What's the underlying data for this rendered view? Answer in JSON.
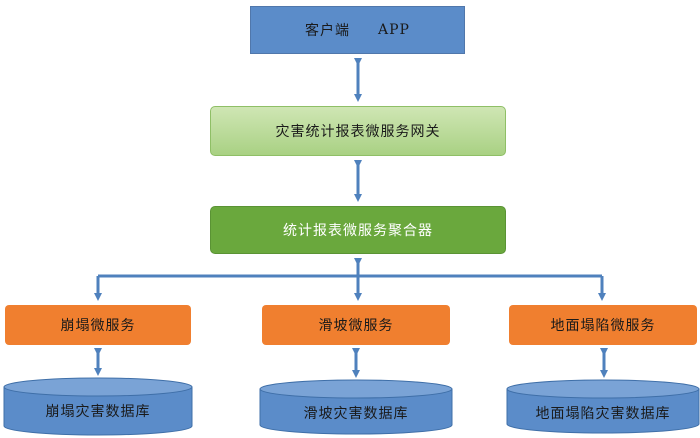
{
  "client": {
    "label": "客户端",
    "label2": "APP"
  },
  "gateway": {
    "label": "灾害统计报表微服务网关"
  },
  "aggregator": {
    "label": "统计报表微服务聚合器"
  },
  "services": [
    {
      "label": "崩塌微服务"
    },
    {
      "label": "滑坡微服务"
    },
    {
      "label": "地面塌陷微服务"
    }
  ],
  "databases": [
    {
      "label": "崩塌灾害数据库"
    },
    {
      "label": "滑坡灾害数据库"
    },
    {
      "label": "地面塌陷灾害数据库"
    }
  ],
  "colors": {
    "client": "#5b8cc9",
    "gateway": "#b9db98",
    "aggregator": "#6aa83d",
    "service": "#f07f2f",
    "database": "#5b8cc9",
    "arrow": "#4f81bd"
  }
}
